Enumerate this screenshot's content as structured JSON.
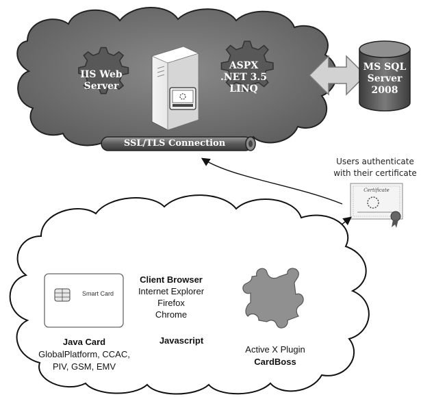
{
  "server": {
    "iis_label": [
      "IIS Web",
      "Server"
    ],
    "aspx_label": [
      "ASPX",
      ".NET 3.5",
      "LINQ"
    ],
    "ssl_label": "SSL/TLS Connection"
  },
  "database": {
    "label": [
      "MS SQL",
      "Server",
      "2008"
    ]
  },
  "certificate": {
    "caption": [
      "Users authenticate",
      "with their certificate"
    ],
    "card_title": "Certificate"
  },
  "client": {
    "smart_card_label": "Smart Card",
    "browser_title": "Client Browser",
    "browsers": [
      "Internet Explorer",
      "Firefox",
      "Chrome"
    ],
    "javascript_label": "Javascript",
    "java_card_title": "Java Card",
    "java_card_specs": [
      "GlobalPlatform, CCAC,",
      "PIV, GSM, EMV"
    ],
    "plugin_label": "Active X Plugin",
    "plugin_name": "CardBoss"
  },
  "colors": {
    "server_cloud": "#6e6e6e",
    "gear": "#555555",
    "cylinder": "#5a5a5a",
    "arrow": "#cfcfcf"
  }
}
